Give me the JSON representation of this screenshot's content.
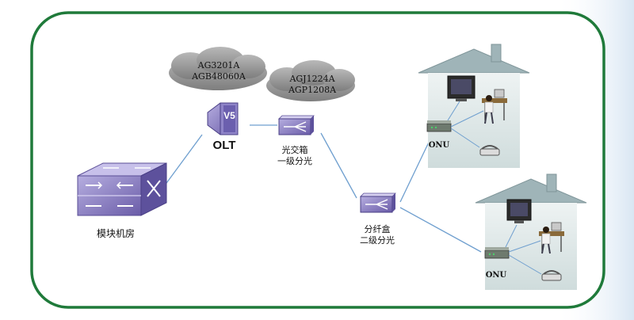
{
  "clouds": [
    {
      "line1": "AG3201A",
      "line2": "AGB48060A"
    },
    {
      "line1": "AGJ1224A",
      "line2": "AGP1208A"
    }
  ],
  "olt": {
    "badge": "V5",
    "label": "OLT"
  },
  "splitter1": {
    "line1": "光交箱",
    "line2": "一级分光"
  },
  "splitter2": {
    "line1": "分纤盒",
    "line2": "二级分光"
  },
  "core_room": {
    "label": "模块机房"
  },
  "onus": [
    {
      "label": "ONU"
    },
    {
      "label": "ONU"
    }
  ],
  "colors": {
    "frame_border": "#1f7a3a",
    "cloud": "#9a9a9a",
    "link": "#6f9fcf",
    "device_purple": "#7d6fb6",
    "house": "#dfe8e8",
    "roof": "#9fb4b8"
  }
}
